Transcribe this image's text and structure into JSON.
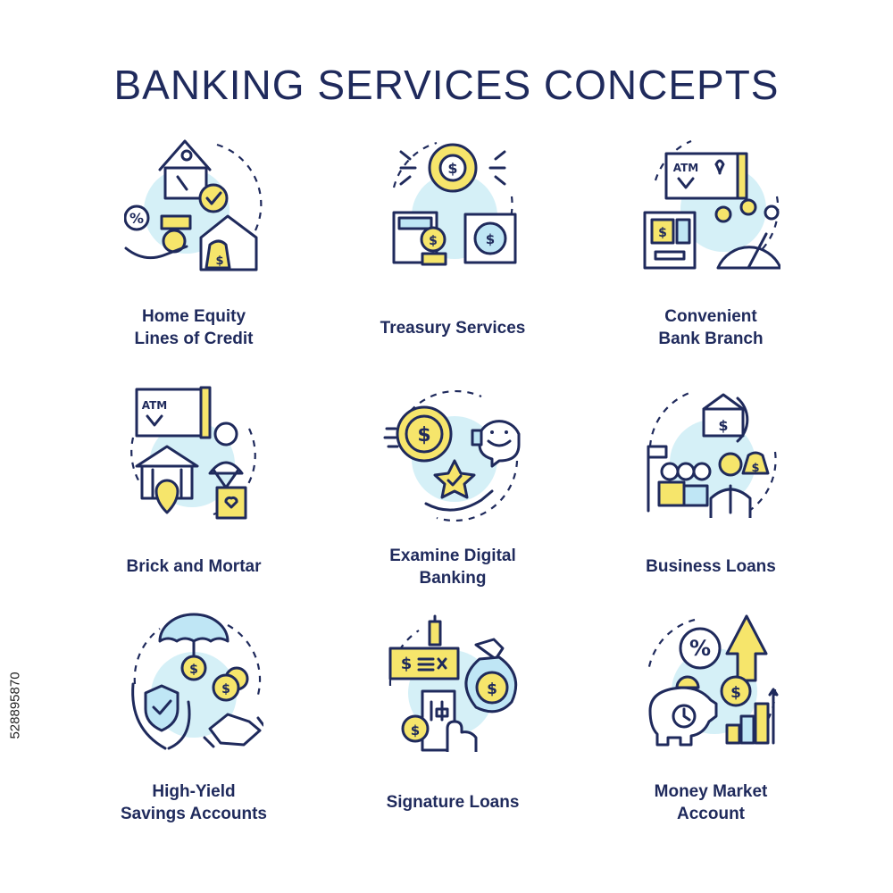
{
  "title": "BANKING SERVICES CONCEPTS",
  "stock_id": "528895870",
  "concepts": [
    {
      "lines": [
        "Home Equity",
        "Lines of Credit"
      ],
      "icon": "home-equity-icon"
    },
    {
      "lines": [
        "Treasury Services"
      ],
      "icon": "treasury-icon"
    },
    {
      "lines": [
        "Convenient",
        "Bank Branch"
      ],
      "icon": "bank-branch-icon"
    },
    {
      "lines": [
        "Brick and Mortar"
      ],
      "icon": "brick-mortar-icon"
    },
    {
      "lines": [
        "Examine Digital",
        "Banking"
      ],
      "icon": "digital-banking-icon"
    },
    {
      "lines": [
        "Business Loans"
      ],
      "icon": "business-loans-icon"
    },
    {
      "lines": [
        "High-Yield",
        "Savings Accounts"
      ],
      "icon": "savings-icon"
    },
    {
      "lines": [
        "Signature Loans"
      ],
      "icon": "signature-loans-icon"
    },
    {
      "lines": [
        "Money Market",
        "Account"
      ],
      "icon": "money-market-icon"
    }
  ],
  "icon_text": {
    "atm": "ATM",
    "dollar": "$",
    "percent": "%"
  },
  "colors": {
    "ink": "#1f2a5c",
    "yellow": "#f6e56b",
    "light_blue": "#bfe6f5",
    "blob": "#d5f0f7"
  }
}
